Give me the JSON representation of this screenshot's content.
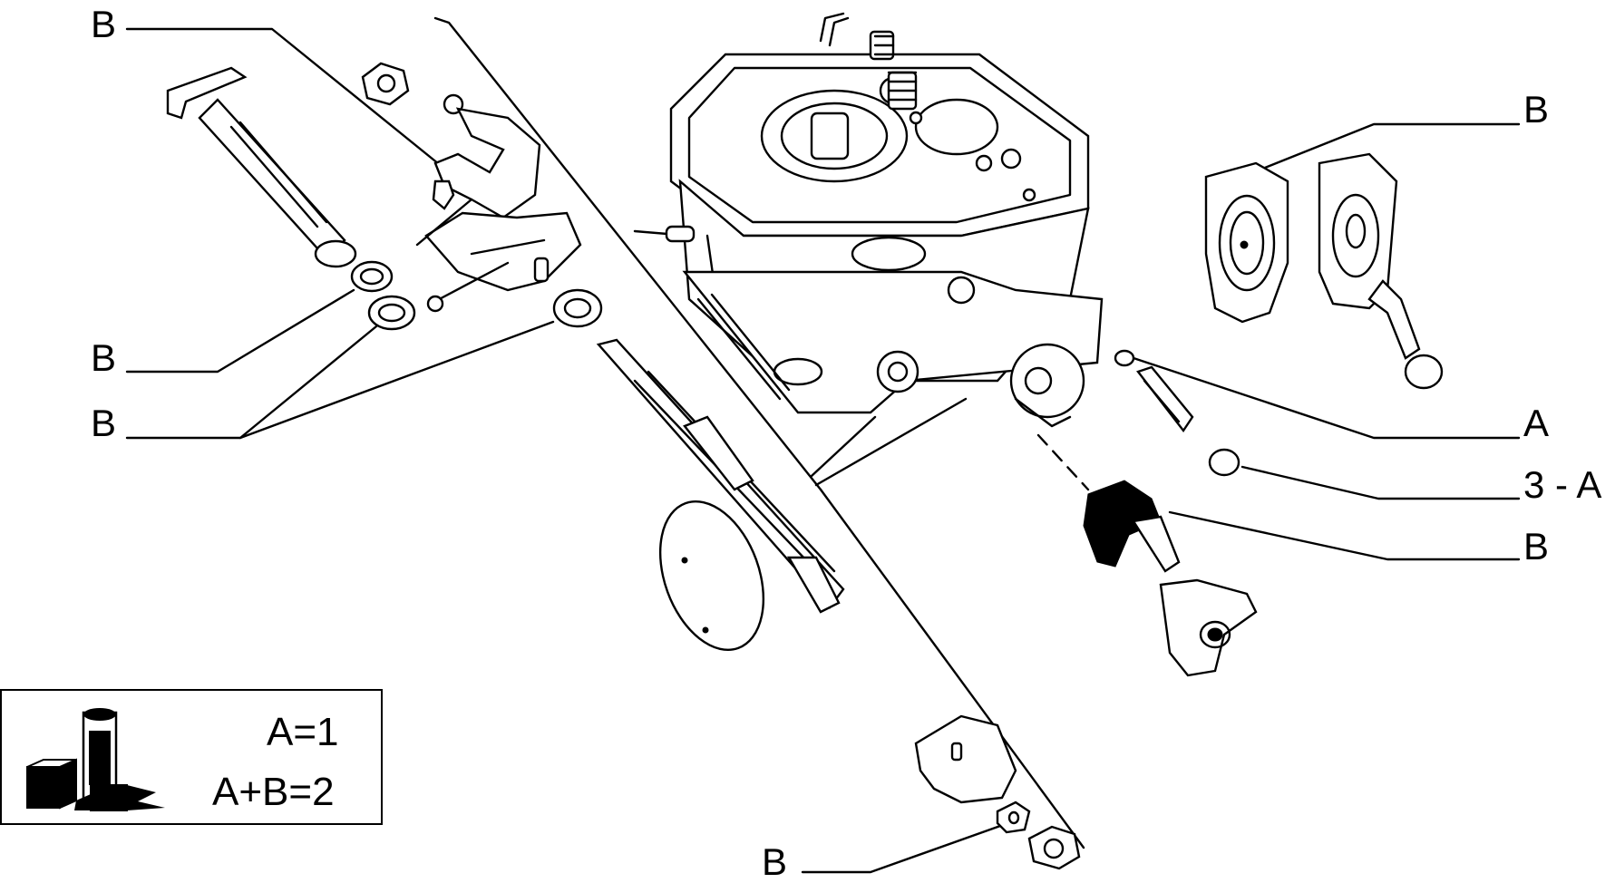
{
  "callouts": {
    "b_top_left": "B",
    "b_top_right": "B",
    "b_left_upper": "B",
    "b_left_lower": "B",
    "a_right": "A",
    "three_a_right": "3 - A",
    "b_right_mid": "B",
    "b_bottom": "B"
  },
  "legend": {
    "line1": "A=1",
    "line2": "A+B=2",
    "icon": "sealant-tubes-icon"
  }
}
